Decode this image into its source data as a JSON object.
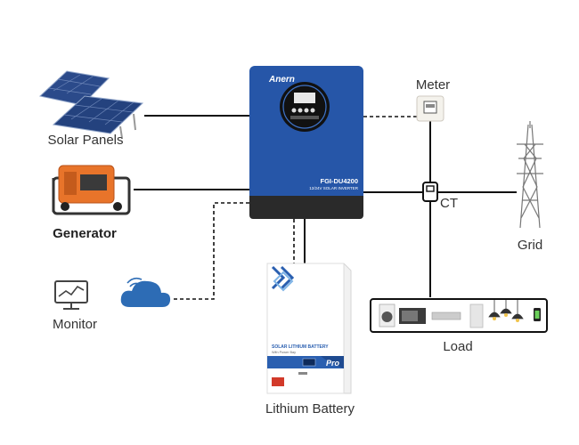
{
  "labels": {
    "solar_panels": "Solar Panels",
    "generator": "Generator",
    "monitor": "Monitor",
    "meter": "Meter",
    "ct": "CT",
    "grid": "Grid",
    "load": "Load",
    "lithium_battery": "Lithium Battery"
  },
  "inverter": {
    "brand": "Anern",
    "model": "FGI-DU4200",
    "subtitle": "12/24V SOLAR INVERTER",
    "body_color": "#2656a8",
    "base_color": "#2a2a2a"
  },
  "battery": {
    "title": "SOLAR LITHIUM BATTERY",
    "subtitle": "With Power Bay",
    "badge": "Pro",
    "accent_color": "#2a5fb0"
  },
  "colors": {
    "wire": "#111111",
    "dashed": "#111111",
    "cloud": "#2d6cb5",
    "generator": "#e8742a"
  },
  "icons": [
    "solar-panel-icon",
    "generator-icon",
    "monitor-icon",
    "cloud-icon",
    "meter-icon",
    "ct-clamp-icon",
    "transmission-tower-icon",
    "appliance-icons",
    "battery-icon"
  ]
}
